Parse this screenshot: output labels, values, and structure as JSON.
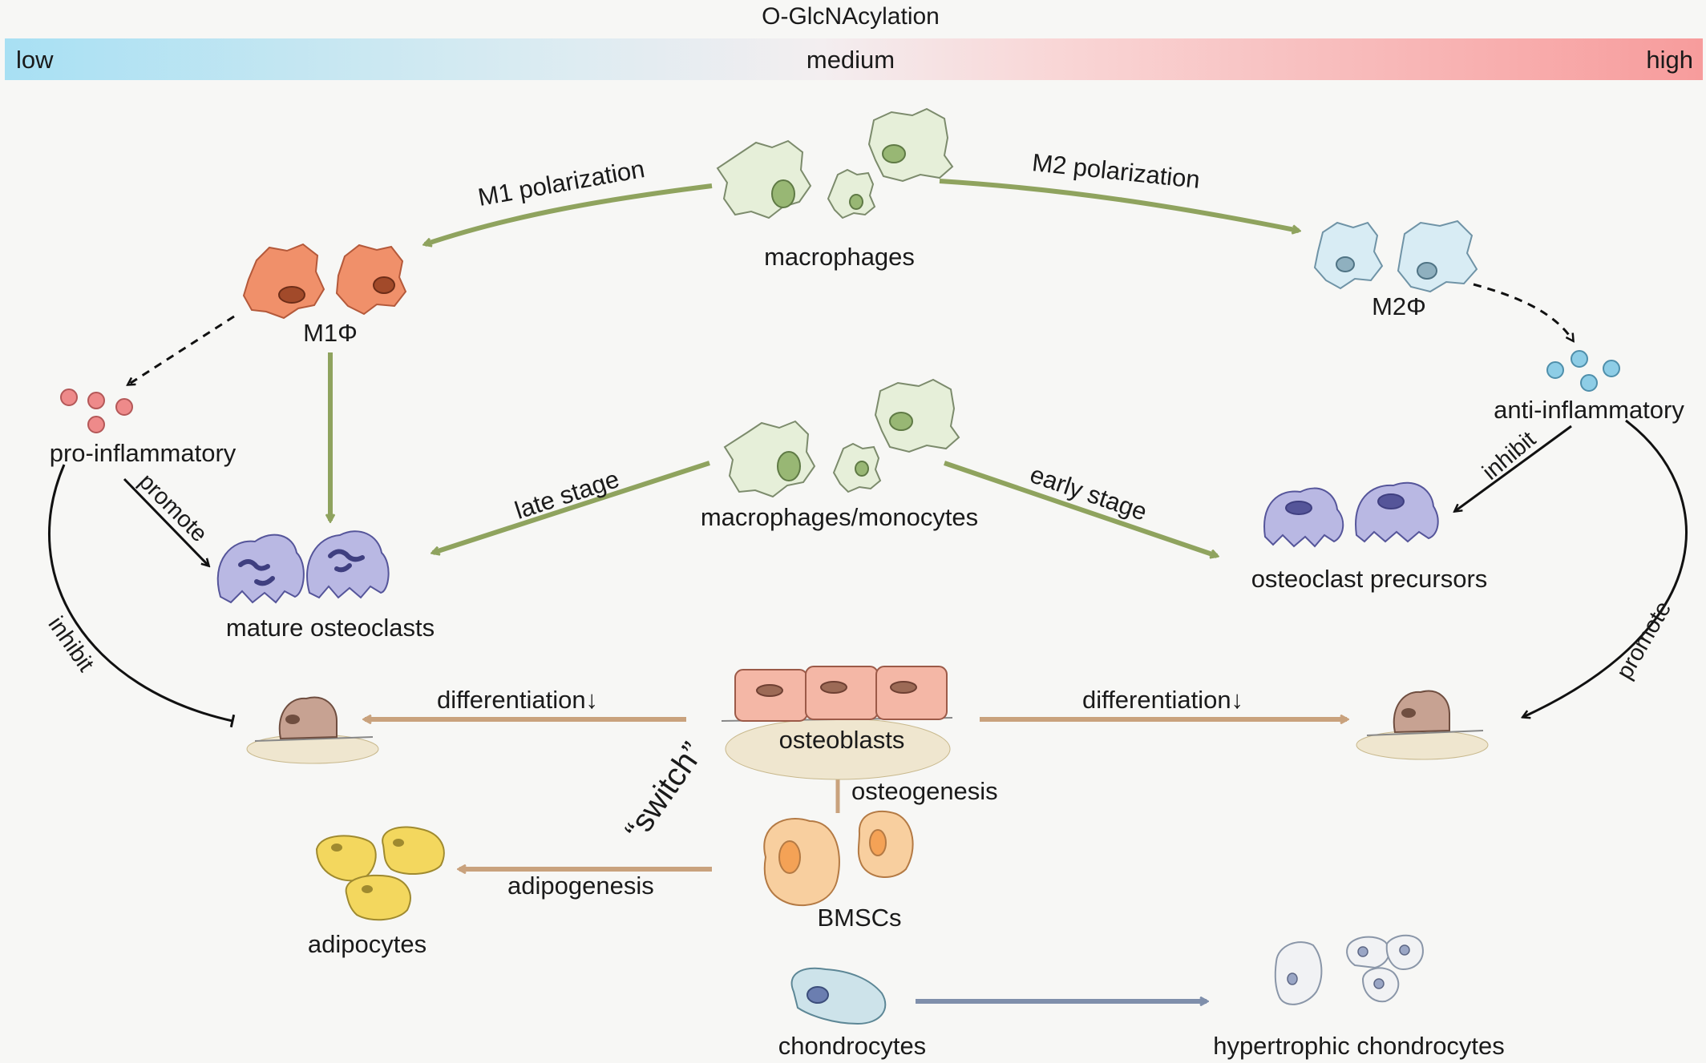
{
  "header": {
    "title": "O-GlcNAcylation",
    "scale": {
      "low": "low",
      "medium": "medium",
      "high": "high"
    },
    "colors": {
      "low": "#a8e0f3",
      "medium": "#f3eef0",
      "high": "#f79c9c"
    }
  },
  "cells": {
    "macrophages": "macrophages",
    "m1": "M1Φ",
    "m2": "M2Φ",
    "pro_inflammatory": "pro-inflammatory",
    "anti_inflammatory": "anti-inflammatory",
    "macrophages_monocytes": "macrophages/monocytes",
    "mature_osteoclasts": "mature osteoclasts",
    "osteoclast_precursors": "osteoclast precursors",
    "osteoblasts": "osteoblasts",
    "bmscs": "BMSCs",
    "adipocytes": "adipocytes",
    "chondrocytes": "chondrocytes",
    "hypertrophic_chondrocytes": "hypertrophic chondrocytes"
  },
  "edges": {
    "m1_polarization": "M1 polarization",
    "m2_polarization": "M2 polarization",
    "late_stage": "late stage",
    "early_stage": "early stage",
    "promote_left": "promote",
    "promote_right": "promote",
    "inhibit_left": "inhibit",
    "inhibit_right": "inhibit",
    "differentiation_left": "differentiation↓",
    "differentiation_right": "differentiation↓",
    "osteogenesis": "osteogenesis",
    "adipogenesis": "adipogenesis",
    "switch": "“switch”"
  },
  "colors": {
    "green_arrow": "#8fa35e",
    "brown_arrow": "#c9a27d",
    "blue_arrow": "#7f8fab",
    "macrophage": "#e6efd9",
    "m1": "#f0906a",
    "m2": "#d8ecf4",
    "osteoclast": "#b9b8e3",
    "osteoblast": "#f4b7a6",
    "bmsc": "#f8cf9f",
    "adipocyte": "#f3d75e",
    "chondrocyte": "#cde3ea"
  }
}
